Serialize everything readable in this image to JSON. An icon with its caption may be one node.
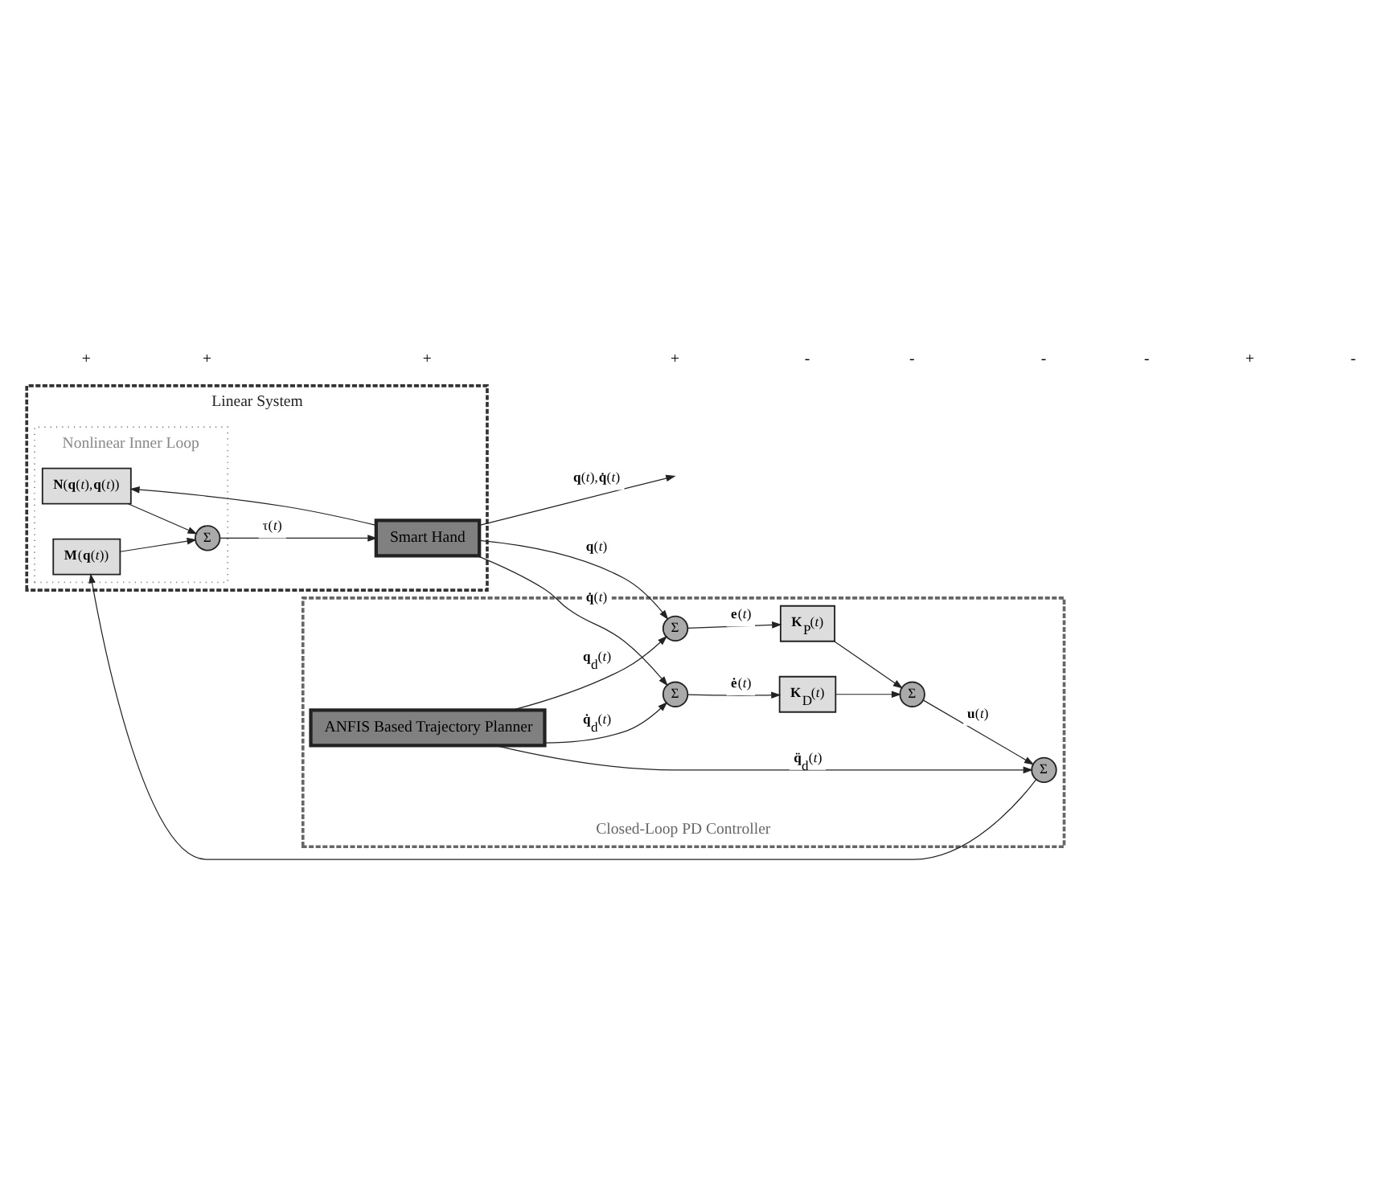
{
  "diagram": {
    "nodes": [
      {
        "text": [
          "Linear System"
        ]
      },
      {
        "text": [
          "Nonlinear Inner Loop"
        ],
        "in": 0
      },
      {
        "text": [
          "**N**(**q**(*t*),**q**(*t*))"
        ],
        "in": 1
      },
      {
        "text": [
          "**M**(**q**(*t*))"
        ],
        "in": 1
      },
      {
        "text": [
          "Σ"
        ],
        "in": 1
      },
      {
        "text": [
          "Smart Hand"
        ],
        "in": 0
      },
      {
        "text": [
          "Closed-Loop PD Controller"
        ]
      },
      {
        "text": [
          "Σ"
        ],
        "in": 6
      },
      {
        "text": [
          "ANFIS Based Trajectory Planner"
        ],
        "in": 6
      },
      {
        "text": [
          "Σ"
        ],
        "in": 6
      },
      {
        "text": [
          "**K**$_{P}$(*t*)"
        ],
        "in": 6
      },
      {
        "text": [
          "Σ"
        ],
        "in": 6
      },
      {
        "text": [
          "**K**$_{D}$(*t*)"
        ],
        "in": 6
      },
      {
        "text": [
          "Σ"
        ],
        "in": 6
      }
    ],
    "edges": [
      {
        "from": 5,
        "to": 2,
        "arrow": "to"
      },
      {
        "from": 7,
        "to": 3,
        "arrow": "to"
      },
      {
        "from": 3,
        "to": 4,
        "arrow": "to"
      },
      {
        "from": 2,
        "to": 4,
        "arrow": "to"
      },
      {
        "from": 4,
        "to": 5,
        "arrow": "to",
        "label": "τ(*t*)"
      },
      {
        "from": 5,
        "to": null,
        "arrow": "to",
        "label": "**q**(*t*),**q̇**(*t*)"
      },
      {
        "from": 8,
        "to": 7,
        "arrow": "to",
        "label": "**q̈**$_{d}$(*t*)"
      },
      {
        "from": 8,
        "to": 9,
        "arrow": "to",
        "label": "**q**$_{d}$(*t*)"
      },
      {
        "from": 5,
        "to": 9,
        "arrow": "to",
        "label": "**q**(*t*)"
      },
      {
        "from": 9,
        "to": 10,
        "arrow": "to",
        "label": "**e**(*t*)"
      },
      {
        "from": 8,
        "to": 13,
        "arrow": "to",
        "label": "**q̇**$_{d}$(*t*)"
      },
      {
        "from": 5,
        "to": 13,
        "arrow": "to",
        "label": "**q̇**(*t*)"
      },
      {
        "from": 13,
        "to": 12,
        "arrow": "to",
        "label": "**ė**(*t*)"
      },
      {
        "from": 10,
        "to": 11,
        "arrow": "to"
      },
      {
        "from": 12,
        "to": 11,
        "arrow": "to"
      },
      {
        "from": 11,
        "to": 7,
        "arrow": "to",
        "label": "**u**(*t*)"
      }
    ],
    "labels": [
      "+",
      "+",
      "+",
      "+",
      "-",
      "-",
      "-",
      "-",
      "+",
      "-"
    ]
  }
}
